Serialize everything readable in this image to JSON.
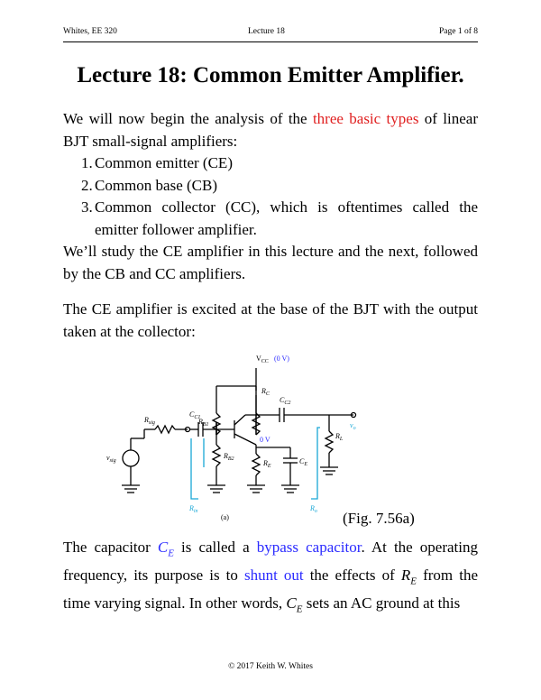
{
  "header": {
    "left": "Whites, EE 320",
    "center": "Lecture 18",
    "right": "Page 1 of 8"
  },
  "title": "Lecture 18: Common Emitter Amplifier.",
  "para1": {
    "pre": "We will now begin the analysis of the ",
    "highlight": "three basic types",
    "post": " of linear BJT small-signal amplifiers:"
  },
  "list": [
    {
      "num": "1.",
      "text": "Common emitter (CE)"
    },
    {
      "num": "2.",
      "text": "Common base (CB)"
    },
    {
      "num": "3.",
      "text": "Common collector (CC), which is oftentimes called the emitter follower amplifier."
    }
  ],
  "para2": "We’ll study the CE amplifier in this lecture and the next, followed by the CB and CC amplifiers.",
  "para3": "The CE amplifier is excited at the base of the BJT with the output taken at the collector:",
  "figure": {
    "vcc": "V",
    "vcc_sub": "CC",
    "vcc_val": "(0 V)",
    "rb1": "R",
    "rb1_sub": "B1",
    "rc": "R",
    "rc_sub": "C",
    "cc2": "C",
    "cc2_sub": "C2",
    "rsig": "R",
    "rsig_sub": "sig",
    "cc1": "C",
    "cc1_sub": "C1",
    "rl": "R",
    "rl_sub": "L",
    "vsig": "v",
    "vsig_sub": "sig",
    "rb2": "R",
    "rb2_sub": "B2",
    "re": "R",
    "re_sub": "E",
    "ce": "C",
    "ce_sub": "E",
    "zero_v": "0 V",
    "rin": "R",
    "rin_sub": "in",
    "rout": "R",
    "rout_sub": "o",
    "vo": "v",
    "vo_sub": "o",
    "label_a": "(a)"
  },
  "fig_caption": "(Fig. 7.56a)",
  "para4": {
    "s1": "The capacitor ",
    "ce_var": "C",
    "ce_sub": "E",
    "s2": " is called a ",
    "bypass": "bypass capacitor",
    "s3": ". At the operating frequency, its purpose is to ",
    "shunt": "shunt out",
    "s4": " the effects of ",
    "re_var": "R",
    "re_sub": "E",
    "s5": " from the time varying signal. In other words, ",
    "ce_var2": "C",
    "ce_sub2": "E",
    "s6": " sets an AC ground at this"
  },
  "footer": "© 2017 Keith W. Whites",
  "colors": {
    "highlight_red": "#e02020",
    "highlight_blue": "#2a2aff",
    "circuit_cyan": "#19a7d6"
  }
}
